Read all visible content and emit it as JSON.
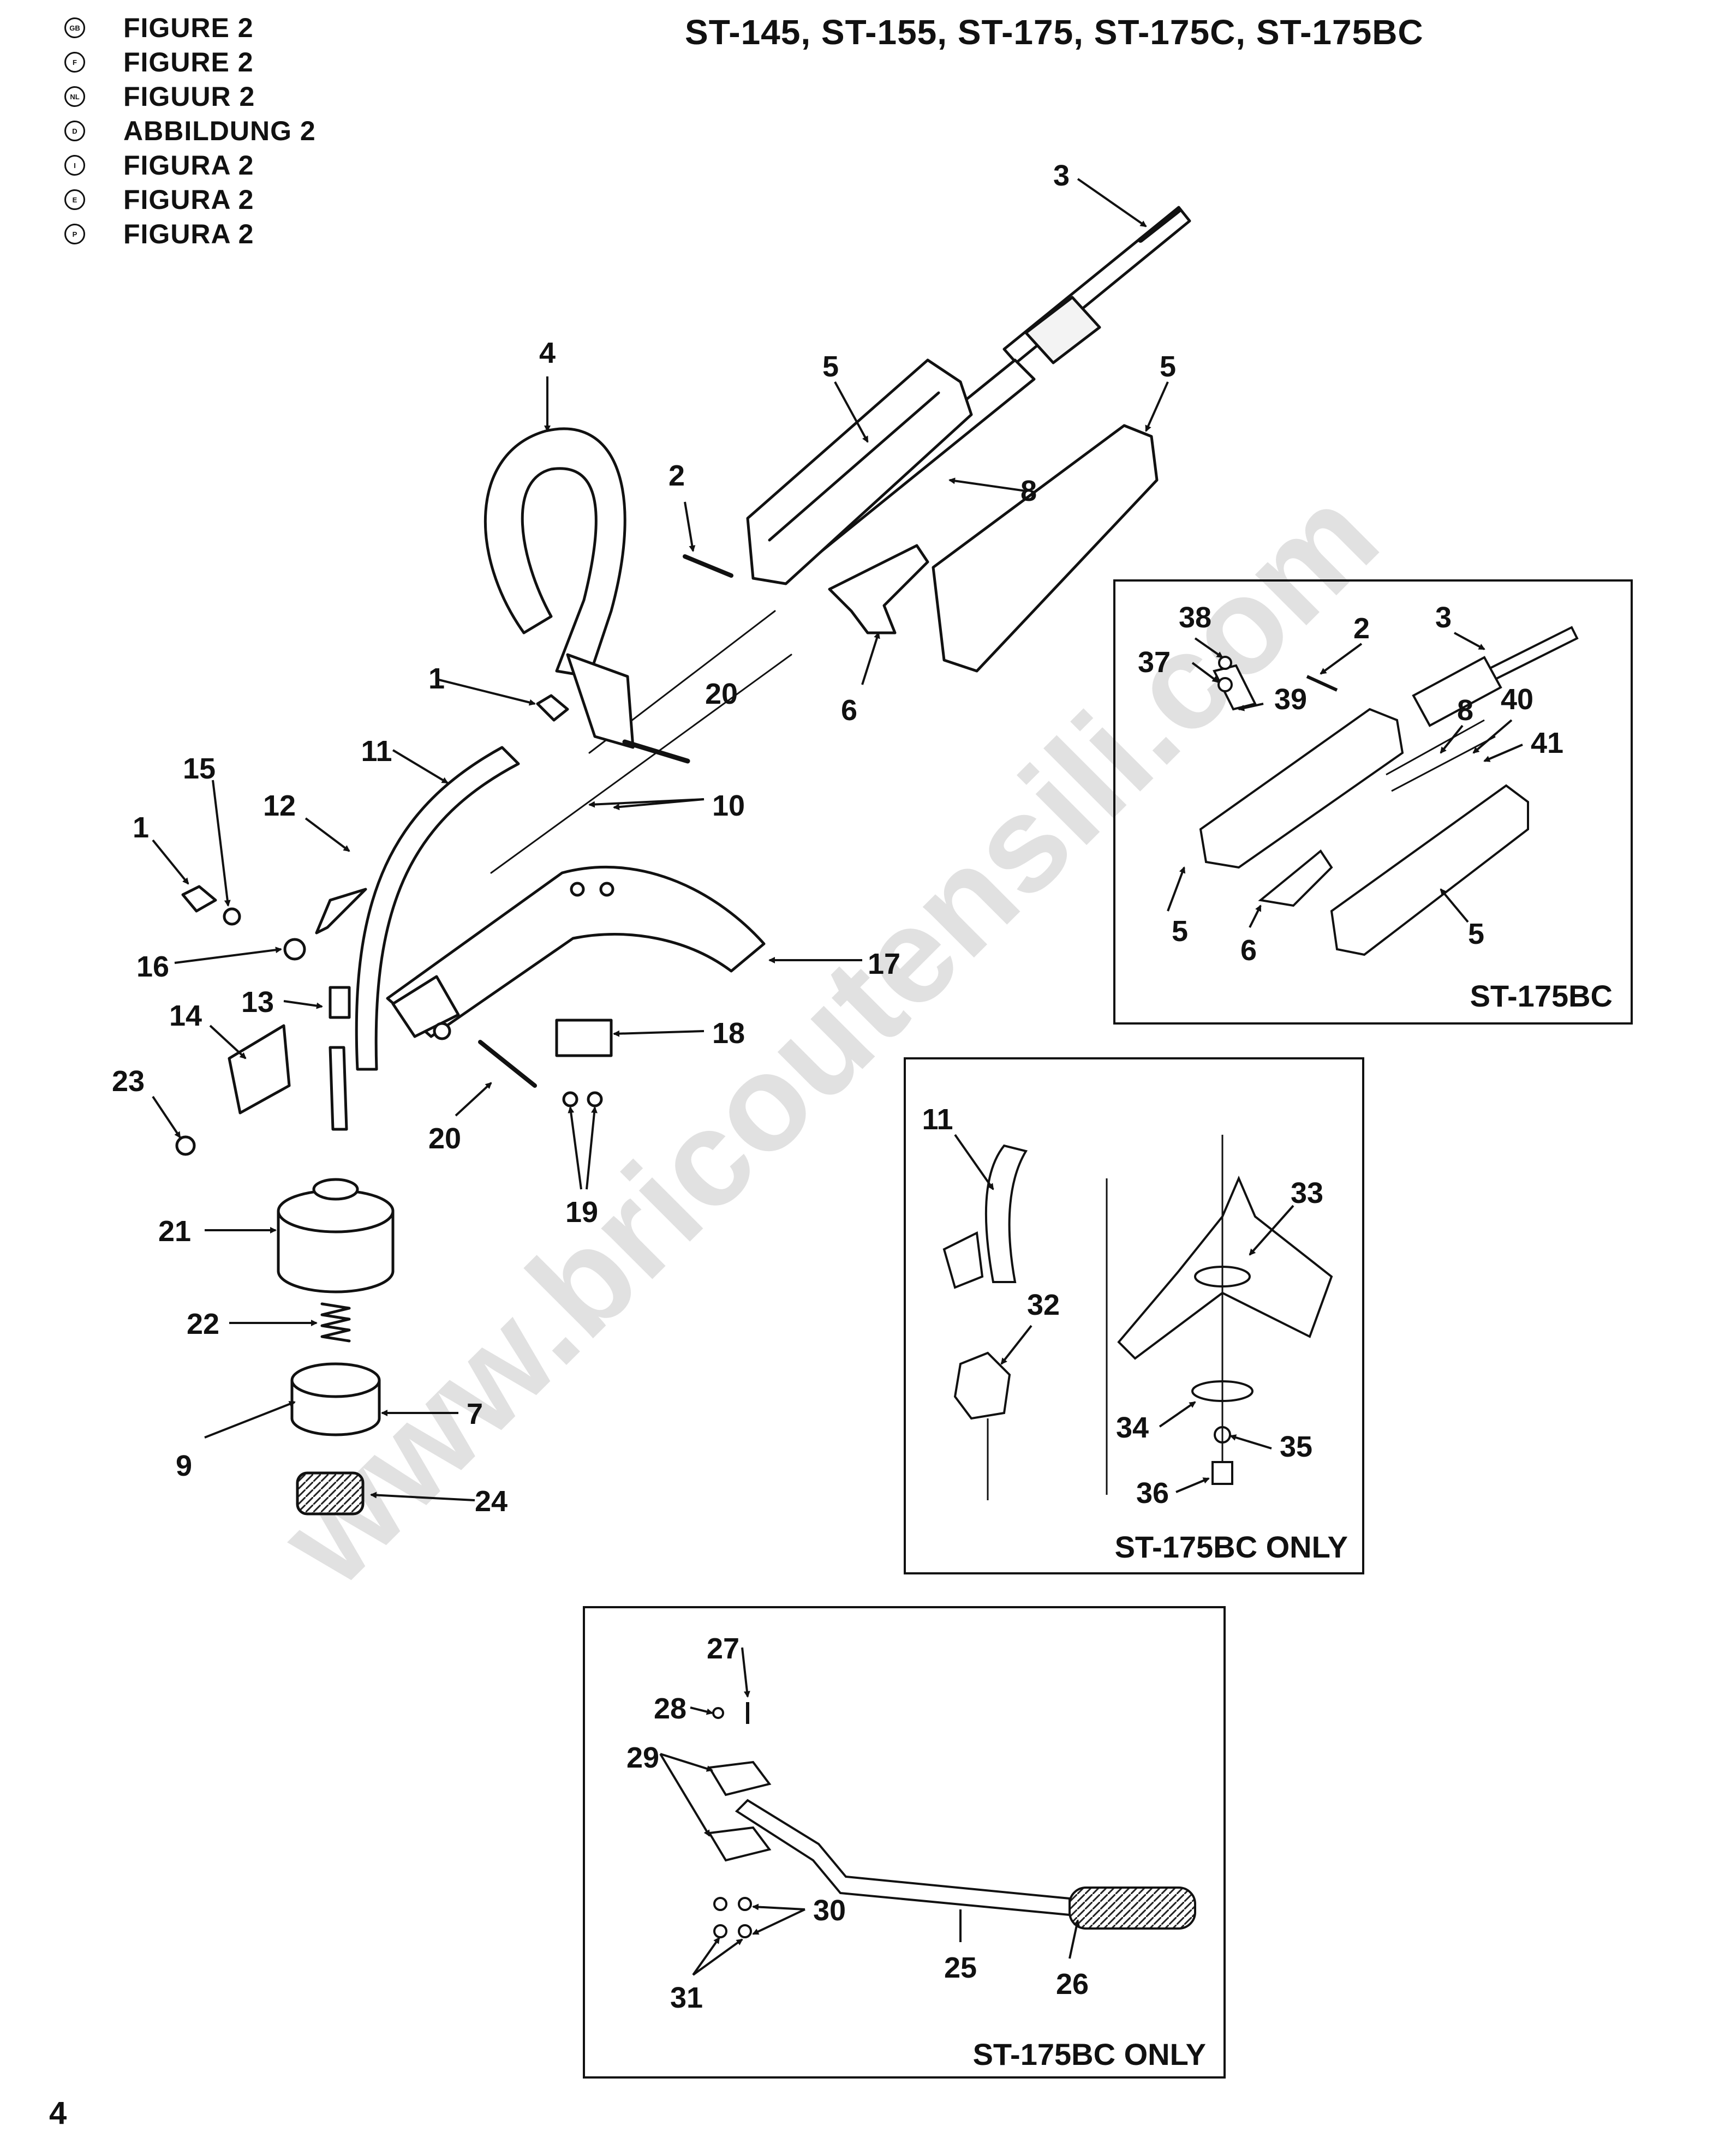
{
  "legend": [
    {
      "badge": "GB",
      "text": "FIGURE 2"
    },
    {
      "badge": "F",
      "text": "FIGURE 2"
    },
    {
      "badge": "NL",
      "text": "FIGUUR 2"
    },
    {
      "badge": "D",
      "text": "ABBILDUNG 2"
    },
    {
      "badge": "I",
      "text": "FIGURA 2"
    },
    {
      "badge": "E",
      "text": "FIGURA 2"
    },
    {
      "badge": "P",
      "text": "FIGURA 2"
    }
  ],
  "title": "ST-145, ST-155, ST-175, ST-175C, ST-175BC",
  "watermark": "www.bricoutensili.com",
  "page_number": "4",
  "insets": {
    "top_right": {
      "caption": "ST-175BC"
    },
    "middle_right": {
      "caption": "ST-175BC ONLY"
    },
    "bottom": {
      "caption": "ST-175BC ONLY"
    }
  },
  "callouts": {
    "main": [
      "1",
      "1",
      "2",
      "3",
      "4",
      "5",
      "5",
      "6",
      "7",
      "8",
      "9",
      "10",
      "11",
      "12",
      "13",
      "14",
      "15",
      "16",
      "17",
      "18",
      "19",
      "20",
      "20",
      "21",
      "22",
      "23",
      "24"
    ],
    "top_right": [
      "2",
      "3",
      "5",
      "5",
      "6",
      "8",
      "37",
      "38",
      "39",
      "40",
      "41"
    ],
    "middle_right": [
      "11",
      "32",
      "33",
      "34",
      "35",
      "36"
    ],
    "bottom": [
      "25",
      "26",
      "27",
      "28",
      "29",
      "30",
      "31"
    ]
  },
  "colors": {
    "ink": "#111111",
    "paper": "#ffffff",
    "watermark": "#d8d8d8"
  }
}
